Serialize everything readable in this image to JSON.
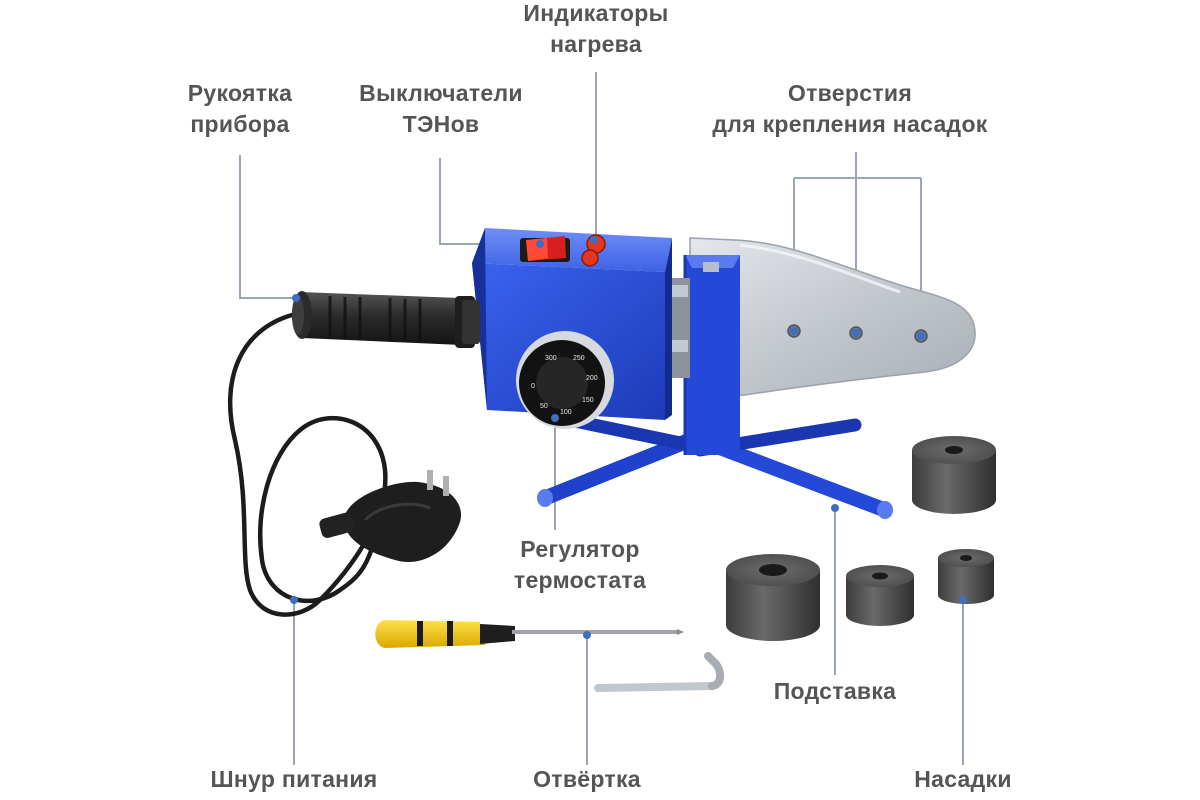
{
  "labels": {
    "heat_indicators": [
      "Индикаторы",
      "нагрева"
    ],
    "handle": [
      "Рукоятка",
      "прибора"
    ],
    "element_switches": [
      "Выключатели",
      "ТЭНов"
    ],
    "mounting_holes": [
      "Отверстия",
      "для крепления насадок"
    ],
    "thermostat": [
      "Регулятор",
      "термостата"
    ],
    "stand": "Подставка",
    "power_cord": "Шнур питания",
    "screwdriver": "Отвёртка",
    "nozzles": "Насадки"
  },
  "dial": {
    "scale_marks": [
      "300",
      "250",
      "200",
      "150",
      "100",
      "50",
      "0"
    ]
  },
  "colors": {
    "body_blue": "#2448d8",
    "label_gray": "#555555",
    "leader_line": "#9aa6b8",
    "callout_dot": "#3f6ec0",
    "switch_red": "#d81f1f",
    "nozzle_gray": "#565656",
    "plate_silver": "#c9ced4",
    "screwdriver_yellow": "#f2c70f"
  }
}
